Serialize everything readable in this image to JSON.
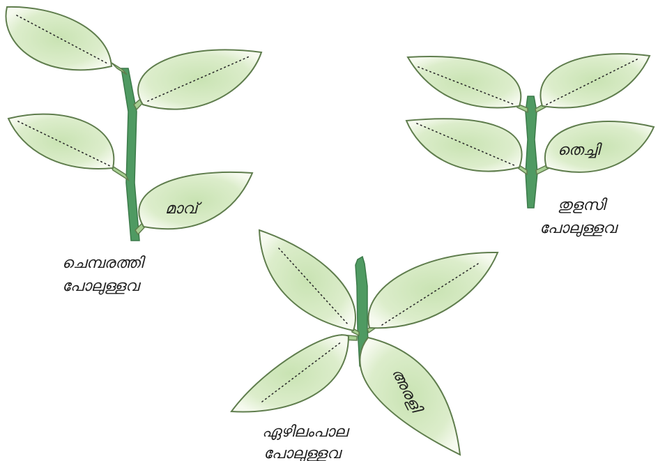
{
  "colors": {
    "leaf_edge": "#f6faef",
    "leaf_core": "#c9e3b3",
    "stem": "#4f9a62",
    "outline": "#5f7d4d"
  },
  "plants": {
    "chemparathi": {
      "caption_line1": "ചെമ്പരത്തി",
      "caption_line2": "പോലുള്ളവ",
      "leaf_label": "മാവ്"
    },
    "thulasi": {
      "caption_line1": "തുളസി",
      "caption_line2": "പോലുള്ളവ",
      "leaf_label": "തെച്ചി"
    },
    "ezhilampala": {
      "caption_line1": "ഏഴിലംപാല",
      "caption_line2": "പോലുള്ളവ",
      "leaf_label": "അരളി"
    }
  }
}
